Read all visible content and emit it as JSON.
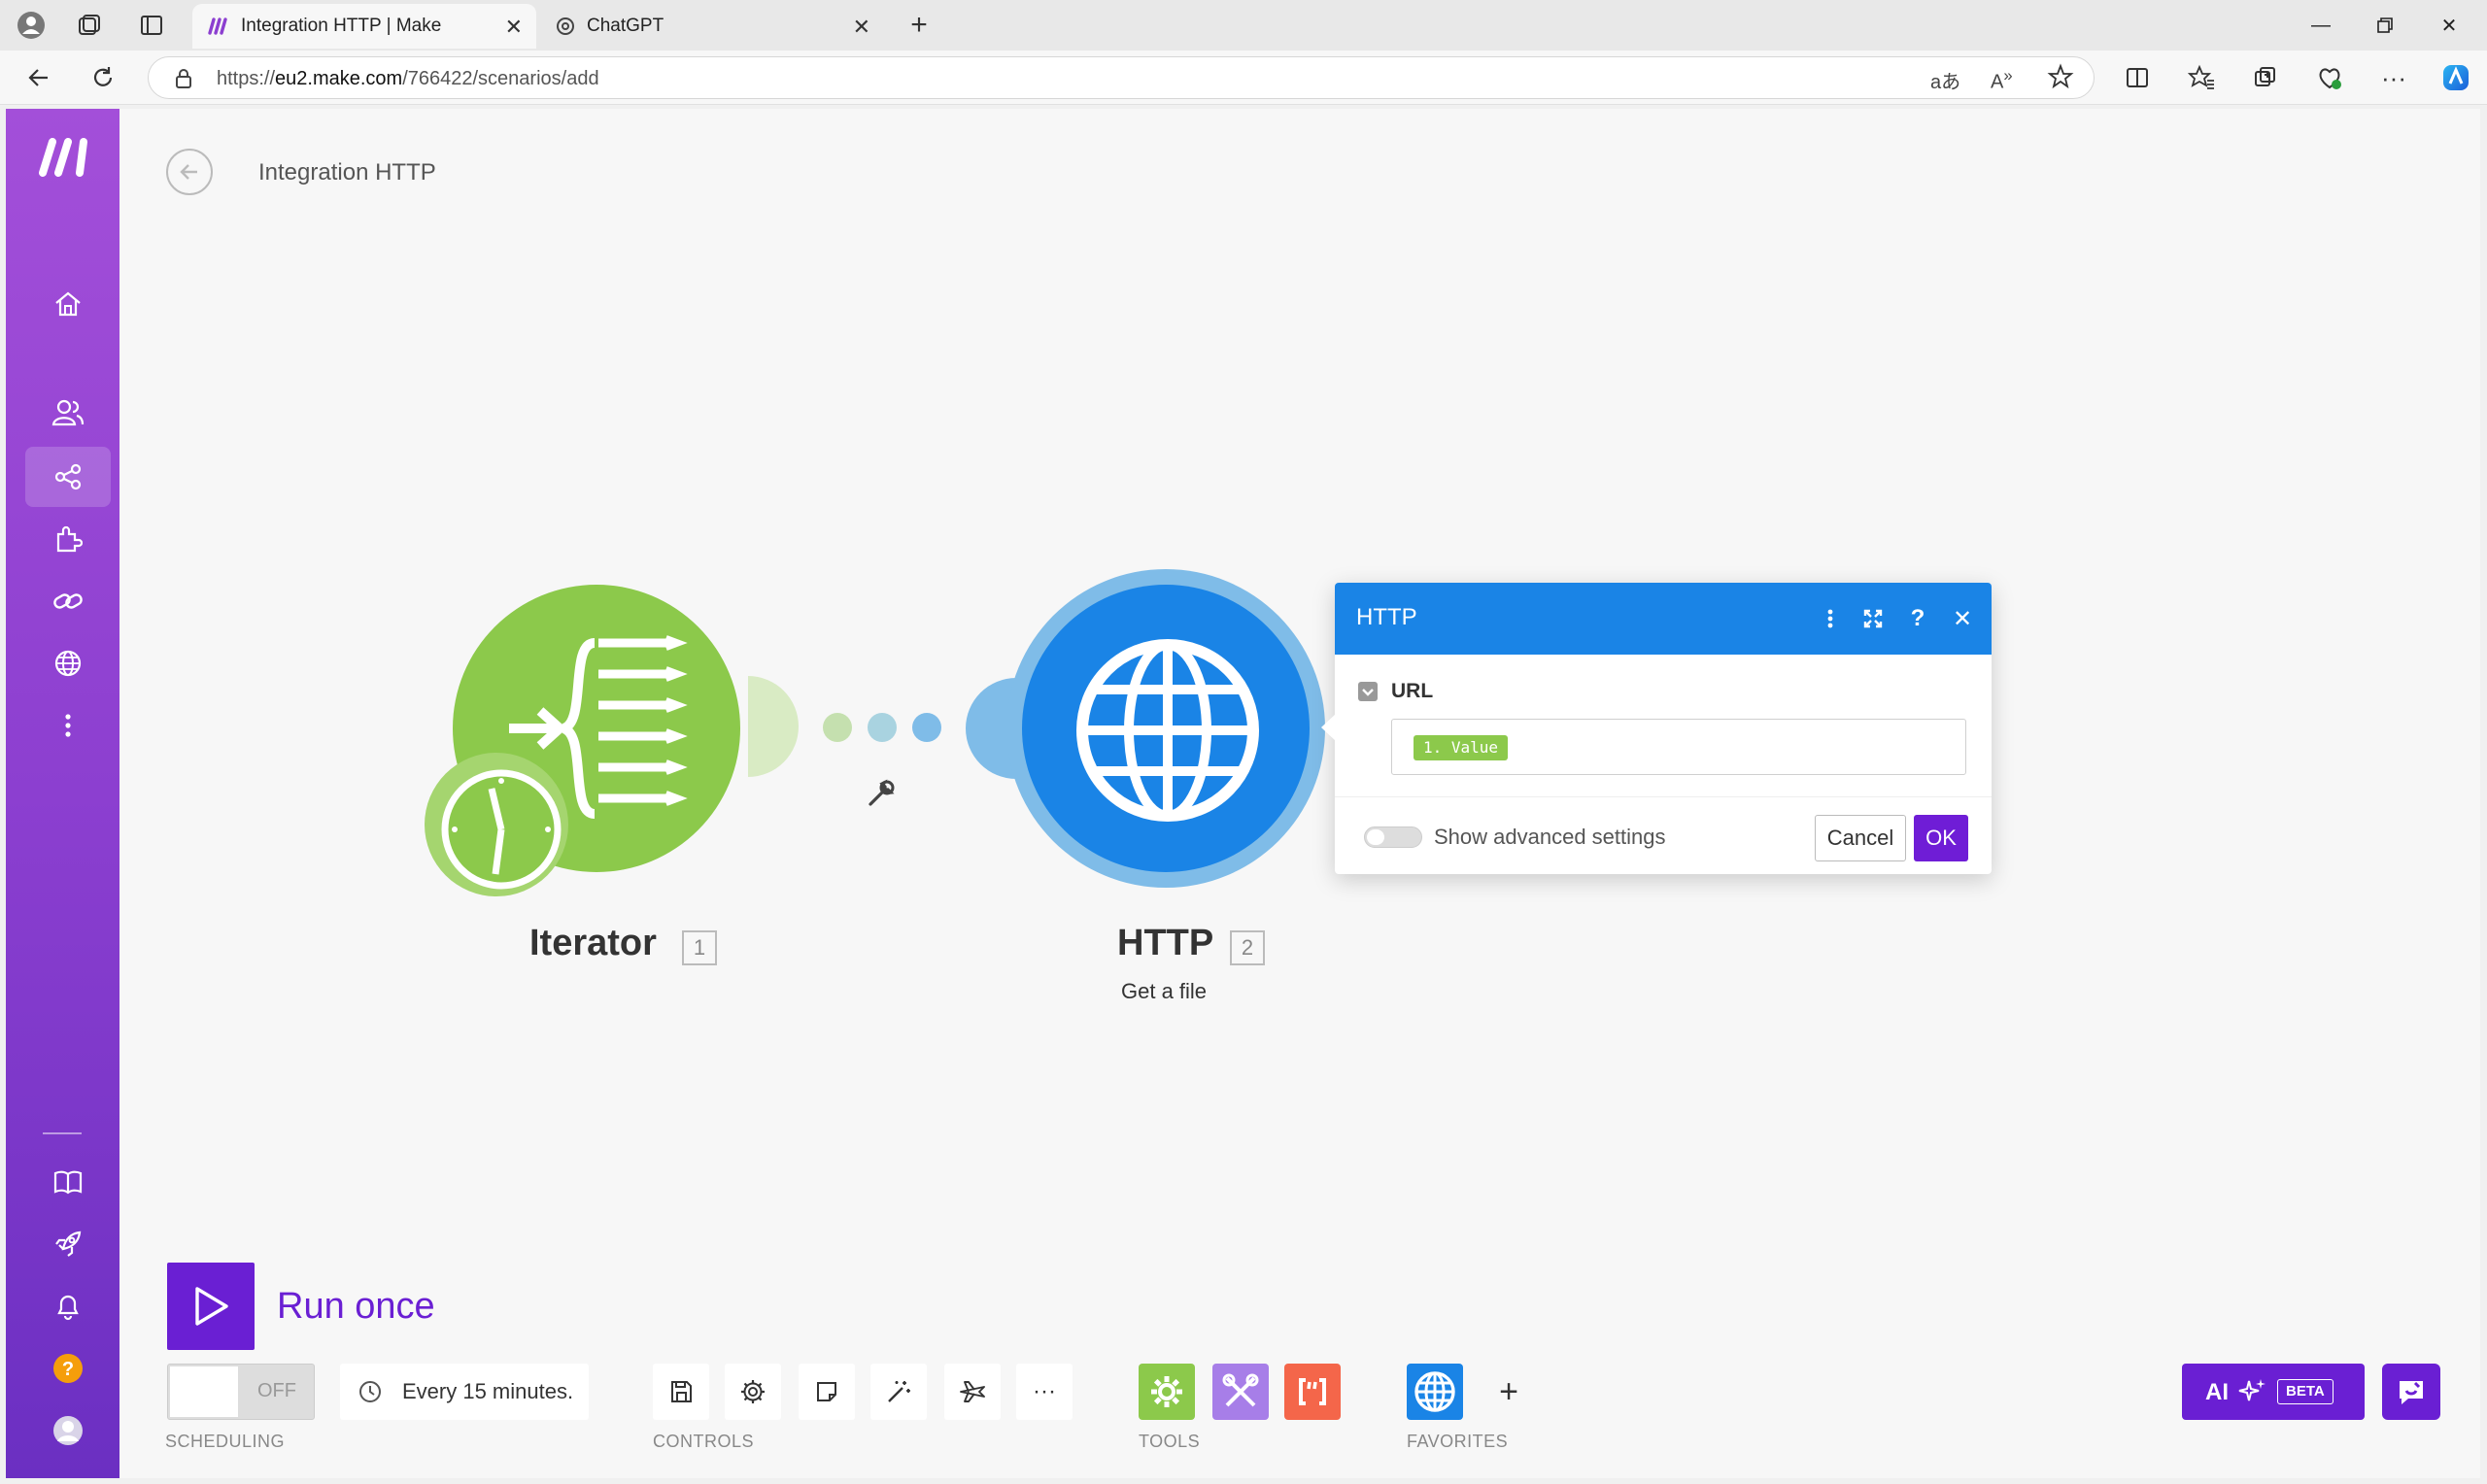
{
  "browser": {
    "tabs": [
      {
        "label": "Integration HTTP | Make",
        "active": true
      },
      {
        "label": "ChatGPT",
        "active": false
      }
    ],
    "url_prefix": "https://",
    "url_domain": "eu2.make.com",
    "url_path": "/766422/scenarios/add"
  },
  "scenario": {
    "title": "Integration HTTP"
  },
  "modules": [
    {
      "name": "Iterator",
      "number": "1",
      "subtitle": "",
      "color": "#8cc94b"
    },
    {
      "name": "HTTP",
      "number": "2",
      "subtitle": "Get a file",
      "color": "#1a84e6"
    }
  ],
  "dialog": {
    "title": "HTTP",
    "field_label": "URL",
    "field_value": "1. Value",
    "advanced_label": "Show advanced settings",
    "cancel_label": "Cancel",
    "ok_label": "OK"
  },
  "toolbar": {
    "run_label": "Run once",
    "schedule_state": "OFF",
    "schedule_interval": "Every 15 minutes.",
    "groups": {
      "scheduling": "SCHEDULING",
      "controls": "CONTROLS",
      "tools": "TOOLS",
      "favorites": "FAVORITES"
    },
    "ai_label": "AI",
    "beta_label": "BETA"
  },
  "sidebar": {
    "items": [
      "home-icon",
      "team-icon",
      "scenarios-icon",
      "apps-icon",
      "connections-icon",
      "webhooks-icon",
      "more-icon",
      "docs-icon",
      "rocket-icon",
      "bell-icon",
      "help-icon",
      "profile-icon"
    ],
    "active": "scenarios-icon"
  },
  "colors": {
    "brand_purple": "#6a1fd3",
    "http_blue": "#1a84e6",
    "iterator_green": "#8cc94b",
    "tools_green": "#8cc94b",
    "tools_purple": "#a77ee8",
    "tools_red": "#f4664a"
  }
}
